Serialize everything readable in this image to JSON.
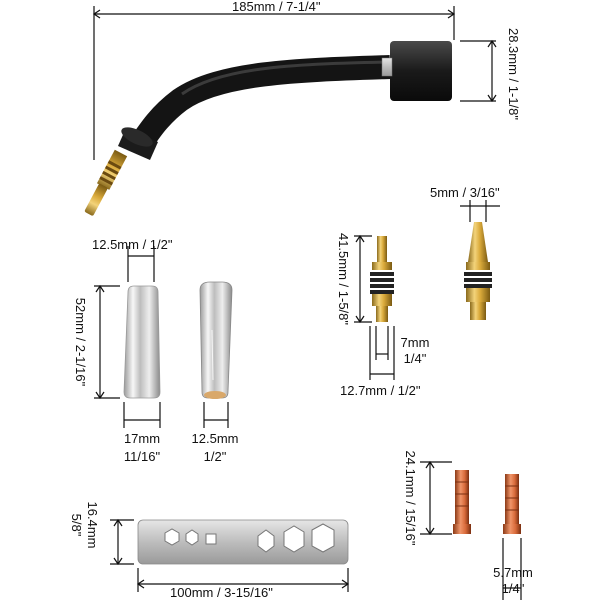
{
  "title": "MIG welding torch neck with consumables — dimension diagram",
  "labels": {
    "neck_length": "185mm / 7-1/4\"",
    "neck_diameter": "28.3mm / 1-1/8\"",
    "tip_diameter": "5mm / 3/16\"",
    "diffuser_length": "41.5mm / 1-5/8\"",
    "diffuser_thread": "7mm",
    "diffuser_thread_in": "1/4\"",
    "diffuser_width": "12.7mm / 1/2\"",
    "nozzle_top": "12.5mm / 1/2\"",
    "nozzle_length": "52mm / 2-1/16\"",
    "nozzle_a_bottom": "17mm",
    "nozzle_a_bottom_in": "11/16\"",
    "nozzle_b_bottom": "12.5mm",
    "nozzle_b_bottom_in": "1/2\"",
    "contact_tip_length": "24.1mm / 15/16\"",
    "contact_tip_width": "5.7mm",
    "contact_tip_width_in": "1/4\"",
    "wrench_width": "16.4mm",
    "wrench_width_in": "5/8\"",
    "wrench_length": "100mm / 3-15/16\""
  },
  "colors": {
    "black_part": "#1c1c1c",
    "brass": "#d9b24a",
    "copper": "#d86a3a",
    "chrome": "#cfcfcf",
    "line": "#111111"
  }
}
